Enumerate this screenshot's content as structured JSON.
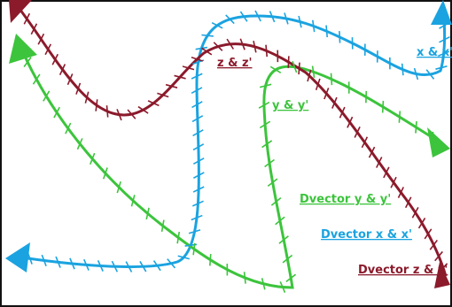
{
  "colors": {
    "x": "#1aa3e0",
    "y": "#3cc43c",
    "z": "#8b1a2b",
    "border": "#111111"
  },
  "labels": {
    "x_curve": "x & x'",
    "y_curve": "y & y'",
    "z_curve": "z & z'",
    "dvector_y": "Dvector y & y'",
    "dvector_x": "Dvector x & x'",
    "dvector_z": "Dvector z & z'"
  }
}
